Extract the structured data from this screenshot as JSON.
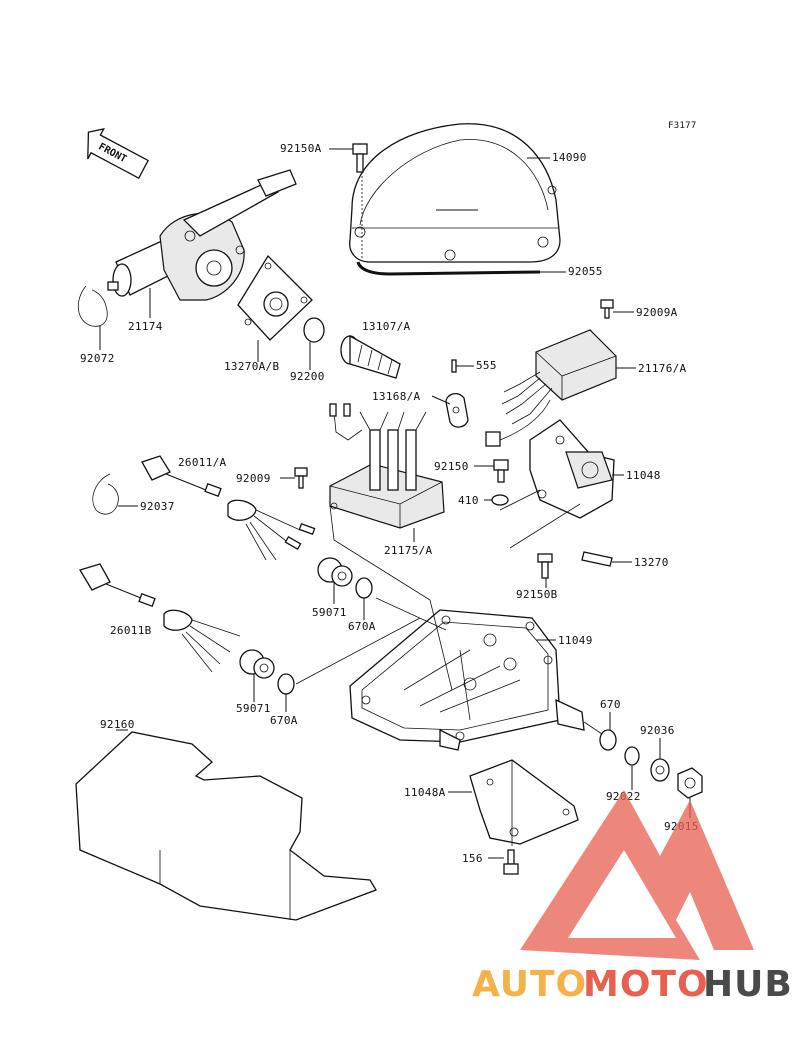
{
  "figure_code": "F3177",
  "front_label": "FRONT",
  "parts": {
    "p92150A": "92150A",
    "p14090": "14090",
    "p92055": "92055",
    "p92009A": "92009A",
    "p21174": "21174",
    "p92072": "92072",
    "p13270AB": "13270A/B",
    "p92200": "92200",
    "p13107A": "13107/A",
    "p555": "555",
    "p21176A": "21176/A",
    "p13168A": "13168/A",
    "p11048": "11048",
    "p26011A": "26011/A",
    "p92009": "92009",
    "p92150": "92150",
    "p410": "410",
    "p92037": "92037",
    "p21175A": "21175/A",
    "p13270": "13270",
    "p92150B": "92150B",
    "p59071a": "59071",
    "p670Aa": "670A",
    "p26011B": "26011B",
    "p11049": "11049",
    "p59071b": "59071",
    "p670Ab": "670A",
    "p670": "670",
    "p92160": "92160",
    "p92036": "92036",
    "p11048A": "11048A",
    "p92022": "92022",
    "p92015": "92015",
    "p156": "156"
  },
  "watermark": {
    "part1": "AUTO",
    "part2": "MOTO",
    "part3": "HUB",
    "color1": "#f5b24a",
    "color2": "#e8604f",
    "color3": "#4a4a4a",
    "logo_color": "#e8604f"
  }
}
